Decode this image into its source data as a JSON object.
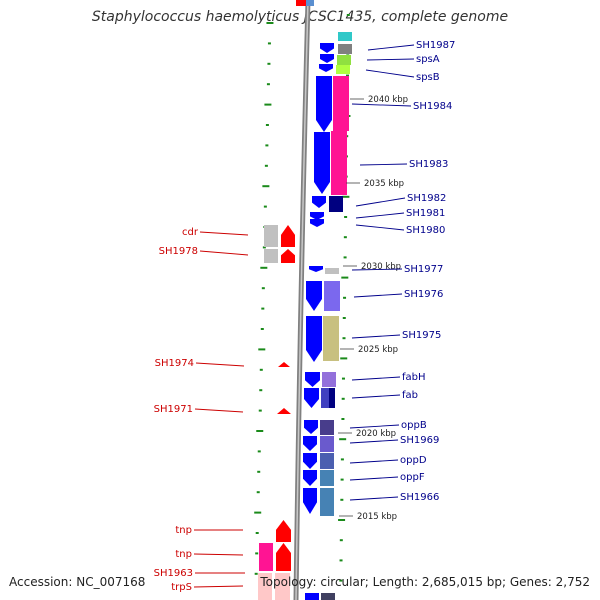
{
  "title": "Staphylococcus haemolyticus JCSC1435, complete genome",
  "footer": {
    "accession": "Accession: NC_007168",
    "topology": "Topology: circular; Length: 2,685,015 bp; Genes: 2,752"
  },
  "ruler_labels": [
    "2040 kbp",
    "2035 kbp",
    "2030 kbp",
    "2025 kbp",
    "2020 kbp",
    "2015 kbp"
  ],
  "right_genes": [
    "SH1987",
    "spsA",
    "spsB",
    "SH1984",
    "SH1983",
    "SH1982",
    "SH1981",
    "SH1980",
    "SH1977",
    "SH1976",
    "SH1975",
    "fabH",
    "fab",
    "oppB",
    "SH1969",
    "oppD",
    "oppF",
    "SH1966"
  ],
  "left_genes": [
    "cdr",
    "SH1978",
    "SH1974",
    "SH1971",
    "tnp",
    "tnp",
    "SH1963",
    "trpS"
  ],
  "colors": {
    "forward_strand": "#ff0000",
    "reverse_strand": "#0000ff",
    "right_label": "#00008b",
    "left_label": "#cc0000",
    "tick": "#1a8a1a",
    "backbone": "#808080"
  }
}
